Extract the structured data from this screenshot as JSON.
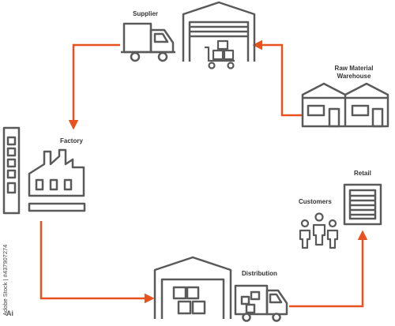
{
  "labels": {
    "supplier": "Supplier",
    "raw_material_warehouse_line1": "Raw Material",
    "raw_material_warehouse_line2": "Warehouse",
    "factory": "Factory",
    "retail": "Retail",
    "customers": "Customers",
    "distribution": "Distribution"
  },
  "watermark": {
    "stock_id": "Adobe Stock | #437907274",
    "logo": "Ai"
  },
  "colors": {
    "stroke": "#5a5a5a",
    "arrow": "#e8521f",
    "text": "#333333"
  },
  "icons": [
    "truck-icon",
    "warehouse-icon",
    "cart-icon",
    "factory-icon",
    "building-icon",
    "store-icon",
    "people-icon"
  ]
}
